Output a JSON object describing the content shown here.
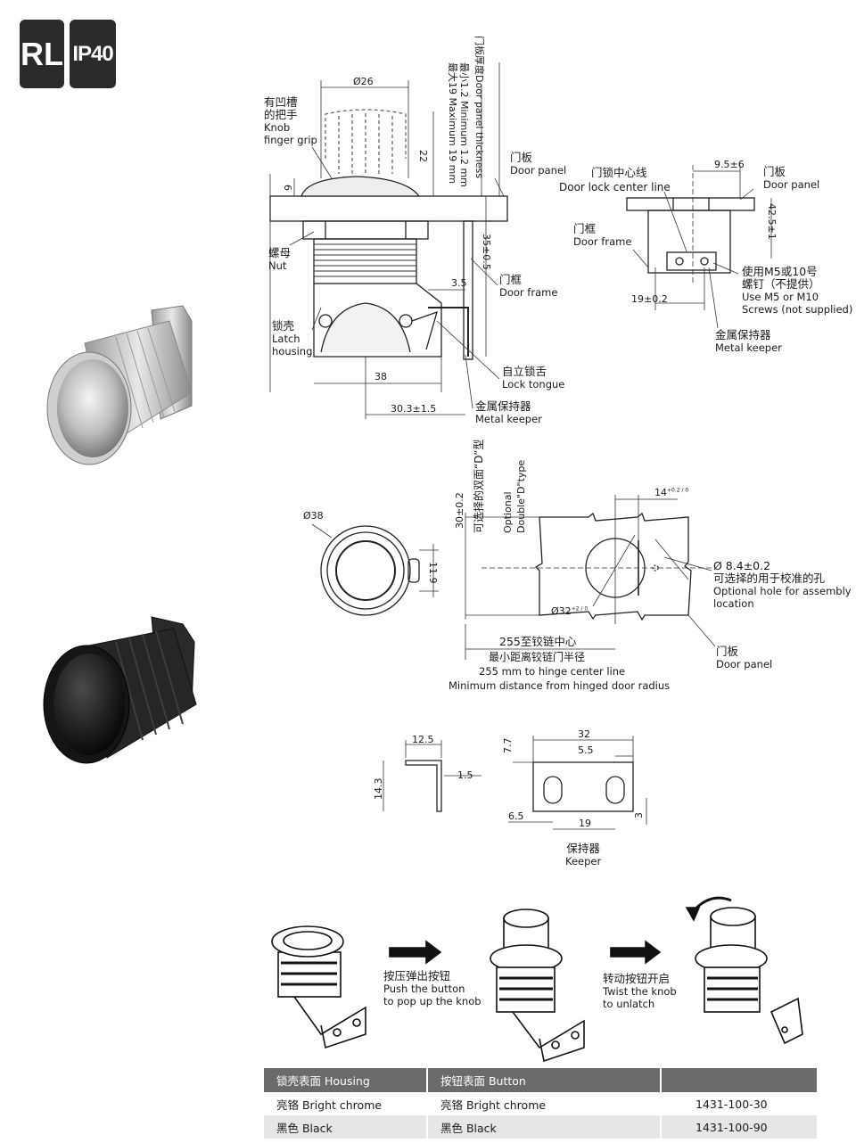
{
  "badges": {
    "series": "RL",
    "rating": "IP40"
  },
  "drawing1": {
    "dia26": "Ø26",
    "dim22": "22",
    "dim9": "9",
    "dim35": "35±0.5",
    "dim3_5": "3.5",
    "dim38": "38",
    "dim30_3": "30.3±1.5",
    "panel_thickness_cn": "门板厚度",
    "panel_thickness_en": "Door panel thickness",
    "min_thickness": "最小1.2 Minimum 1.2 mm",
    "max_thickness": "最大19 Maximum 19 mm",
    "knob_cn1": "有凹槽",
    "knob_cn2": "的把手",
    "knob_en1": "Knob",
    "knob_en2": "finger grip",
    "nut_cn": "螺母",
    "nut_en": "Nut",
    "latch_cn": "锁壳",
    "latch_en1": "Latch",
    "latch_en2": "housing",
    "door_panel_cn": "门板",
    "door_panel_en": "Door panel",
    "door_frame_cn": "门框",
    "door_frame_en": "Door frame",
    "lock_tongue_cn": "自立锁舌",
    "lock_tongue_en": "Lock tongue",
    "keeper_cn": "金属保持器",
    "keeper_en": "Metal keeper"
  },
  "drawing2": {
    "centerline_cn": "门锁中心线",
    "centerline_en": "Door lock center line",
    "door_panel_cn": "门板",
    "door_panel_en": "Door panel",
    "door_frame_cn": "门框",
    "door_frame_en": "Door frame",
    "dim9_5": "9.5±6",
    "dim42_5": "42.5±1",
    "dim19": "19±0.2",
    "screws_cn1": "使用M5或10号",
    "screws_cn2": "螺钉（不提供）",
    "screws_en1": "Use M5 or M10",
    "screws_en2": "Screws (not supplied)",
    "keeper_cn": "金属保持器",
    "keeper_en": "Metal keeper"
  },
  "drawing3": {
    "dia38": "Ø38",
    "dim11_9": "11.9"
  },
  "drawing4": {
    "dim30": "30±0.2",
    "optional_cn": "可选择的双面“D”型",
    "optional_en1": "Optional",
    "optional_en2": "Double\"D\"type",
    "dim14": "14",
    "dim14_tol": "+0.2 / 0",
    "dia8_4": "Ø 8.4±0.2",
    "hole_cn": "可选择的用于校准的孔",
    "hole_en1": "Optional hole for assembly",
    "hole_en2": "location",
    "dia32": "Ø32",
    "dia32_tol": "+2 / 0",
    "hinge_cn1": "255至铰链中心",
    "hinge_cn2": "最小距离铰链门半径",
    "hinge_en1": "255 mm to hinge center line",
    "hinge_en2": "Minimum distance from hinged door radius",
    "door_panel_cn": "门板",
    "door_panel_en": "Door panel"
  },
  "drawing5": {
    "dim12_5": "12.5",
    "dim1_5": "1.5",
    "dim14_3": "14.3",
    "dim7_7": "7.7",
    "dim32": "32",
    "dim5_5": "5.5",
    "dim6_5": "6.5",
    "dim19": "19",
    "dim3": "3",
    "keeper_cn": "保持器",
    "keeper_en": "Keeper"
  },
  "steps": {
    "push_cn": "按压弹出按钮",
    "push_en1": "Push the button",
    "push_en2": "to pop up the knob",
    "twist_cn": "转动按钮开启",
    "twist_en1": "Twist the knob",
    "twist_en2": "to unlatch"
  },
  "table": {
    "headers": [
      "锁壳表面 Housing",
      "按钮表面 Button",
      ""
    ],
    "rows": [
      [
        "亮铬 Bright chrome",
        "亮铬 Bright chrome",
        "1431-100-30"
      ],
      [
        "黑色  Black",
        "黑色  Black",
        "1431-100-90"
      ]
    ]
  },
  "colors": {
    "badge": "#2b2b2b",
    "table_header": "#6b6b6b",
    "table_alt": "#e6e6e6"
  }
}
